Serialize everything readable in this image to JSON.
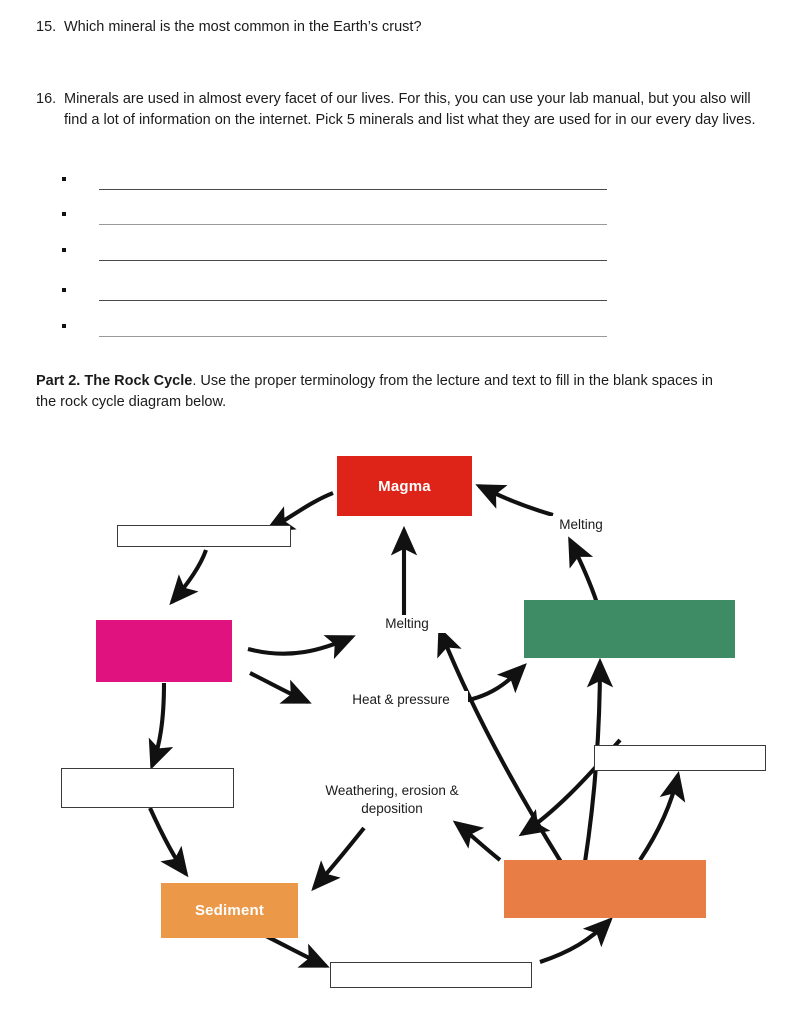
{
  "worksheet": {
    "questions": [
      {
        "number": "15.",
        "text": "Which mineral is the most common in the Earth’s crust?"
      },
      {
        "number": "16.",
        "text": "Minerals are used in almost every facet of our lives. For this, you can use your lab manual, but you also will find a lot of information on the internet. Pick 5 minerals and list what they are used for in our every day lives."
      }
    ],
    "answer_lines": [
      {
        "value": ""
      },
      {
        "value": ""
      },
      {
        "value": ""
      },
      {
        "value": ""
      },
      {
        "value": ""
      }
    ],
    "part2": {
      "heading": "Part 2. The Rock Cycle",
      "body": ". Use the proper terminology from the lecture and text to fill in the blank spaces in the rock cycle diagram below."
    }
  },
  "diagram": {
    "title": "rock-cycle",
    "colors": {
      "magma": "#de2318",
      "magenta": "#e0127f",
      "green": "#3d8c65",
      "orange_light": "#eb9849",
      "orange_dark": "#e87d45",
      "blank_border": "#3a3a3a",
      "arrow": "#111111"
    },
    "nodes": [
      {
        "id": "magma",
        "label": "Magma",
        "filled": true,
        "color": "#de2318"
      },
      {
        "id": "blank-top-left",
        "label": "",
        "filled": false
      },
      {
        "id": "magenta-box",
        "label": "",
        "filled": true,
        "color": "#e0127f"
      },
      {
        "id": "blank-left",
        "label": "",
        "filled": false
      },
      {
        "id": "sediment",
        "label": "Sediment",
        "filled": true,
        "color": "#eb9849"
      },
      {
        "id": "blank-bottom",
        "label": "",
        "filled": false
      },
      {
        "id": "orange-box",
        "label": "",
        "filled": true,
        "color": "#e87d45"
      },
      {
        "id": "blank-right",
        "label": "",
        "filled": false
      },
      {
        "id": "green-box",
        "label": "",
        "filled": true,
        "color": "#3d8c65"
      }
    ],
    "captions": [
      {
        "id": "melting-right",
        "text": "Melting"
      },
      {
        "id": "melting-center",
        "text": "Melting"
      },
      {
        "id": "heat-pressure",
        "text": "Heat & pressure"
      },
      {
        "id": "weathering",
        "text": "Weathering, erosion & deposition"
      }
    ]
  }
}
